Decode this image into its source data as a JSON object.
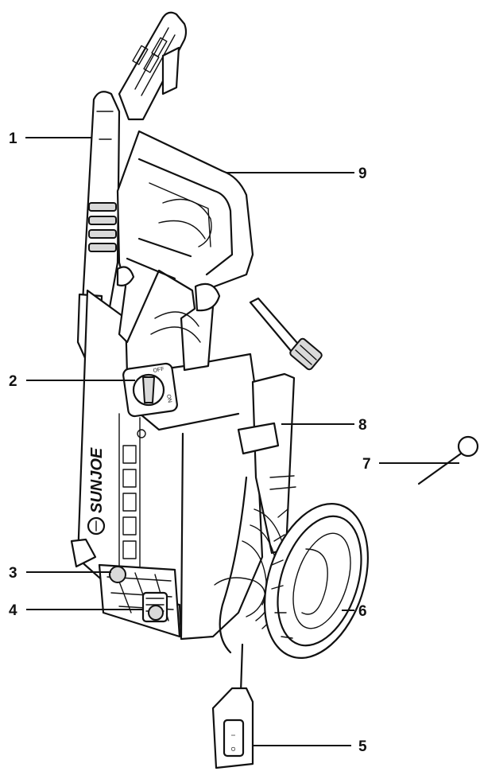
{
  "brand": "SUNJOE",
  "switch_labels": [
    "O",
    "I"
  ],
  "callouts": [
    {
      "number": "1"
    },
    {
      "number": "2"
    },
    {
      "number": "3"
    },
    {
      "number": "4"
    },
    {
      "number": "5"
    },
    {
      "number": "6"
    },
    {
      "number": "7"
    },
    {
      "number": "8"
    },
    {
      "number": "9"
    }
  ]
}
